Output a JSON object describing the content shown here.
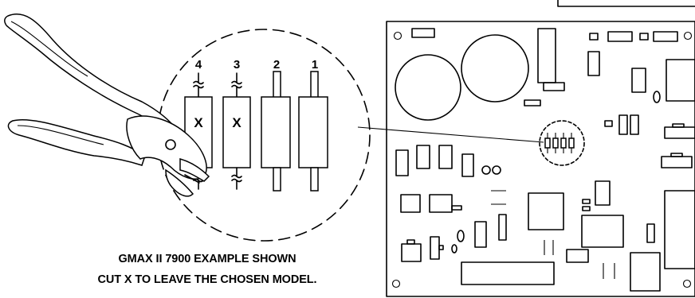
{
  "jumpers": [
    {
      "number": "4",
      "mark": "X"
    },
    {
      "number": "3",
      "mark": "X"
    },
    {
      "number": "2",
      "mark": ""
    },
    {
      "number": "1",
      "mark": ""
    }
  ],
  "caption": {
    "line1": "GMAX II 7900 EXAMPLE SHOWN",
    "line2": "CUT X TO LEAVE THE CHOSEN MODEL."
  }
}
